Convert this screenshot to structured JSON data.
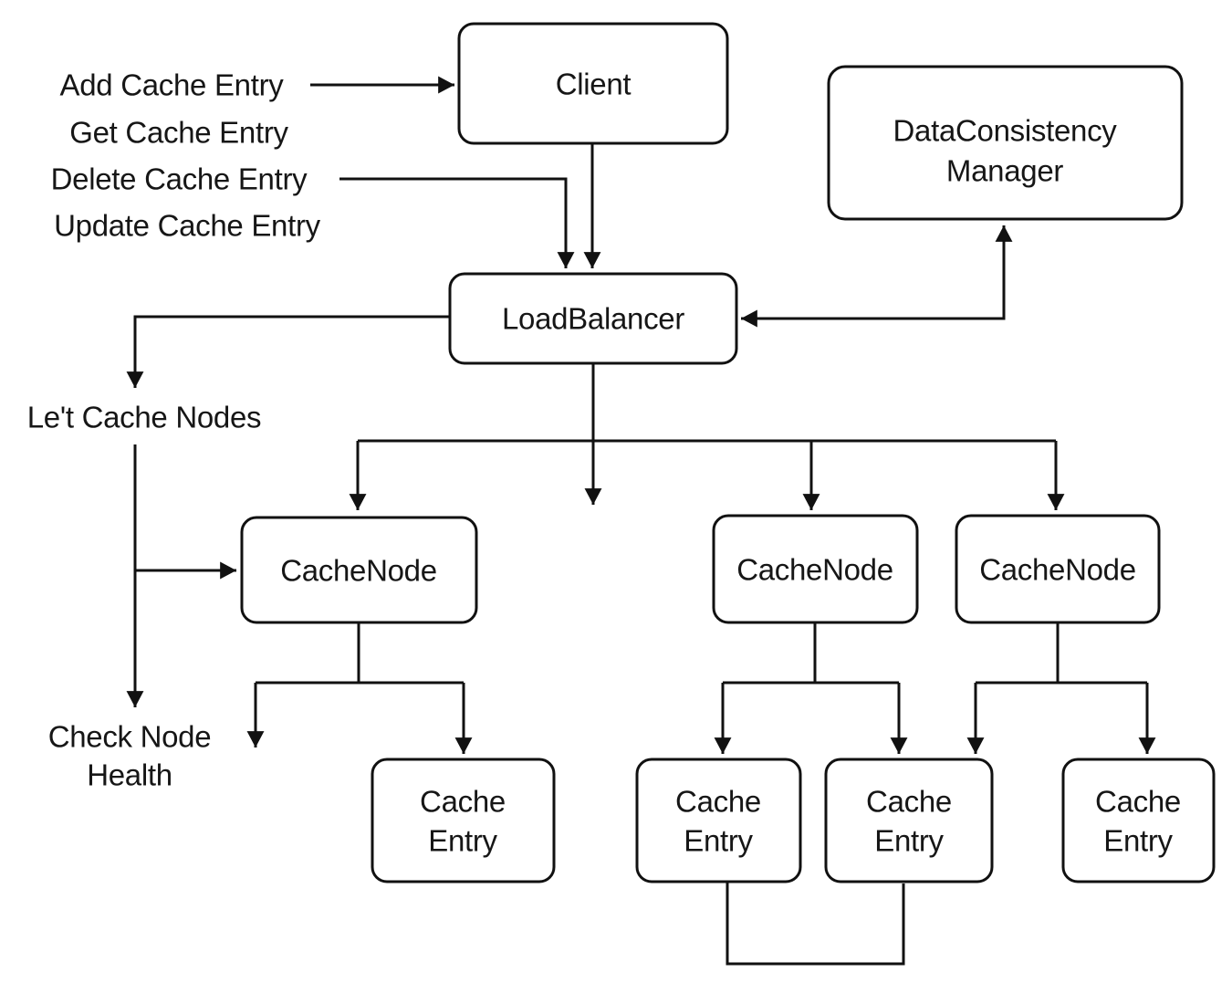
{
  "canvas": {
    "background": "#ffffff",
    "line_color": "#111111",
    "box_fill": "#ffffff"
  },
  "nodes": {
    "client": {
      "label": "Client"
    },
    "data_consistency_manager": {
      "line1": "DataConsistency",
      "line2": "Manager"
    },
    "load_balancer": {
      "label": "LoadBalancer"
    },
    "cache_node_1": {
      "label": "CacheNode"
    },
    "cache_node_2": {
      "label": "CacheNode"
    },
    "cache_node_3": {
      "label": "CacheNode"
    },
    "cache_entry_1": {
      "line1": "Cache",
      "line2": "Entry"
    },
    "cache_entry_2": {
      "line1": "Cache",
      "line2": "Entry"
    },
    "cache_entry_3": {
      "line1": "Cache",
      "line2": "Entry"
    },
    "cache_entry_4": {
      "line1": "Cache",
      "line2": "Entry"
    }
  },
  "annotations": {
    "add_cache_entry": "Add Cache Entry",
    "get_cache_entry": "Get Cache Entry",
    "delete_cache_entry": "Delete Cache Entry",
    "update_cache_entry": "Update Cache Entry",
    "list_cache_nodes": "Le't Cache Nodes",
    "check_node_health_line1": "Check Node",
    "check_node_health_line2": "Health"
  }
}
